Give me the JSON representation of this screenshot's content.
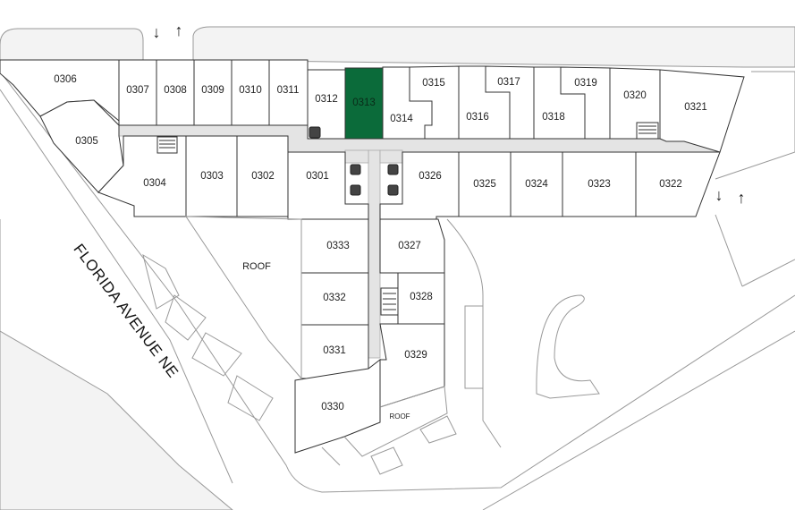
{
  "street_label": "FLORIDA AVENUE NE",
  "roof_labels": [
    "ROOF",
    "ROOF"
  ],
  "selected_unit": "0313",
  "selected_color": "#0b6b3a",
  "arrows": {
    "down": "↓",
    "up": "↑"
  },
  "units": {
    "u0301": "0301",
    "u0302": "0302",
    "u0303": "0303",
    "u0304": "0304",
    "u0305": "0305",
    "u0306": "0306",
    "u0307": "0307",
    "u0308": "0308",
    "u0309": "0309",
    "u0310": "0310",
    "u0311": "0311",
    "u0312": "0312",
    "u0313": "0313",
    "u0314": "0314",
    "u0315": "0315",
    "u0316": "0316",
    "u0317": "0317",
    "u0318": "0318",
    "u0319": "0319",
    "u0320": "0320",
    "u0321": "0321",
    "u0322": "0322",
    "u0323": "0323",
    "u0324": "0324",
    "u0325": "0325",
    "u0326": "0326",
    "u0327": "0327",
    "u0328": "0328",
    "u0329": "0329",
    "u0330": "0330",
    "u0331": "0331",
    "u0332": "0332",
    "u0333": "0333"
  }
}
